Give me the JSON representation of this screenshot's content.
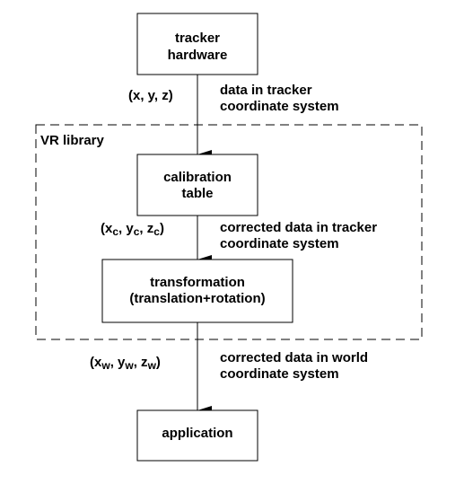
{
  "diagram": {
    "colors": {
      "line": "#000000",
      "background": "#ffffff"
    },
    "region": {
      "label": "VR library"
    },
    "boxes": {
      "tracker": {
        "line1": "tracker",
        "line2": "hardware"
      },
      "calibration": {
        "line1": "calibration",
        "line2": "table"
      },
      "transformation": {
        "line1": "transformation",
        "line2": "(translation+rotation)"
      },
      "application": {
        "line1": "application"
      }
    },
    "edges": {
      "tracker_to_calibration": {
        "coords": "(x, y, z)",
        "desc_line1": "data in tracker",
        "desc_line2": "coordinate system"
      },
      "calibration_to_transformation": {
        "coords_open": "(x",
        "coords_sub": "c",
        "coords_y": ", y",
        "coords_z": ", z",
        "coords_close": ")",
        "desc_line1": "corrected data in tracker",
        "desc_line2": "coordinate system"
      },
      "transformation_to_application": {
        "coords_open": "(x",
        "coords_sub": "w",
        "coords_y": ", y",
        "coords_z": ", z",
        "coords_close": ")",
        "desc_line1": "corrected data in world",
        "desc_line2": "coordinate system"
      }
    }
  }
}
